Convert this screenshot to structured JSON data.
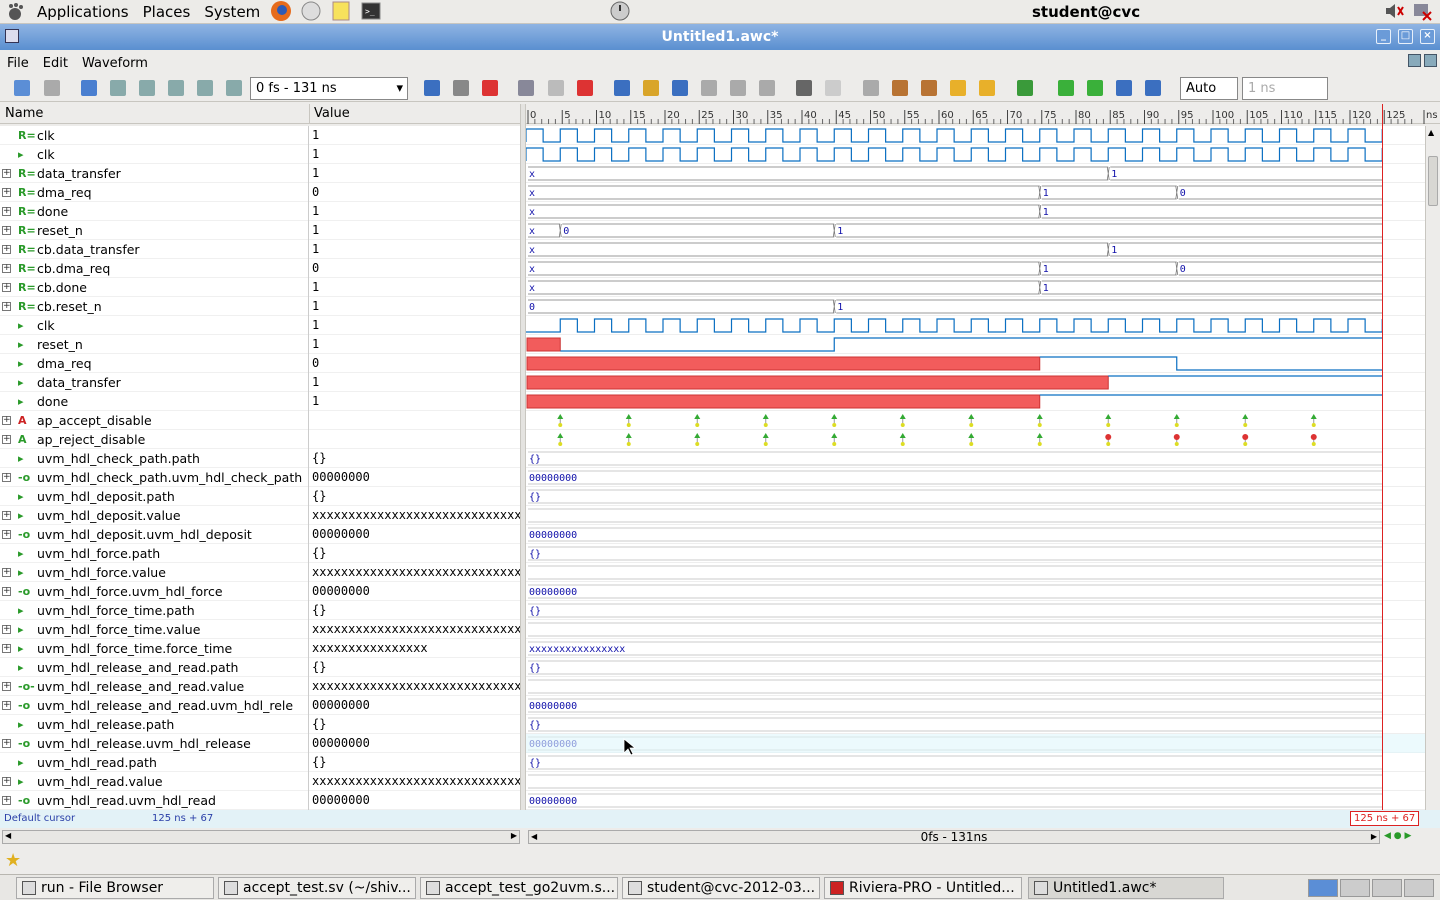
{
  "topbar": {
    "menus": [
      "Applications",
      "Places",
      "System"
    ],
    "user": "student@cvc"
  },
  "window": {
    "title": "Untitled1.awc*"
  },
  "menubar": {
    "items": [
      "File",
      "Edit",
      "Waveform"
    ]
  },
  "toolbar": {
    "range": "0 fs - 131 ns",
    "zoom_mode": "Auto",
    "step": "1 ns"
  },
  "columns": {
    "name": "Name",
    "value": "Value"
  },
  "time_ticks": [
    "0",
    "5",
    "10",
    "15",
    "20",
    "25",
    "30",
    "35",
    "40",
    "45",
    "50",
    "55",
    "60",
    "65",
    "70",
    "75",
    "80",
    "85",
    "90",
    "95",
    "100",
    "105",
    "110",
    "115",
    "120",
    "125",
    "ns"
  ],
  "signals": [
    {
      "name": "clk",
      "value": "1",
      "icon": "R=",
      "exp": false,
      "wave": "clk",
      "color": "#0a6fc2"
    },
    {
      "name": "clk",
      "value": "1",
      "icon": "▸",
      "exp": false,
      "wave": "clk",
      "color": "#0a6fc2"
    },
    {
      "name": "data_transfer",
      "value": "1",
      "icon": "R=",
      "exp": true,
      "wave": "bus",
      "segs": [
        [
          0,
          "x"
        ],
        [
          85,
          "1"
        ]
      ]
    },
    {
      "name": "dma_req",
      "value": "0",
      "icon": "R=",
      "exp": true,
      "wave": "bus",
      "segs": [
        [
          0,
          "x"
        ],
        [
          75,
          "1"
        ],
        [
          95,
          "0"
        ]
      ]
    },
    {
      "name": "done",
      "value": "1",
      "icon": "R=",
      "exp": true,
      "wave": "bus",
      "segs": [
        [
          0,
          "x"
        ],
        [
          75,
          "1"
        ]
      ]
    },
    {
      "name": "reset_n",
      "value": "1",
      "icon": "R=",
      "exp": true,
      "wave": "bus",
      "segs": [
        [
          0,
          "x"
        ],
        [
          5,
          "0"
        ],
        [
          45,
          "1"
        ]
      ]
    },
    {
      "name": "cb.data_transfer",
      "value": "1",
      "icon": "R=",
      "exp": true,
      "wave": "bus",
      "segs": [
        [
          0,
          "x"
        ],
        [
          85,
          "1"
        ]
      ]
    },
    {
      "name": "cb.dma_req",
      "value": "0",
      "icon": "R=",
      "exp": true,
      "wave": "bus",
      "segs": [
        [
          0,
          "x"
        ],
        [
          75,
          "1"
        ],
        [
          95,
          "0"
        ]
      ]
    },
    {
      "name": "cb.done",
      "value": "1",
      "icon": "R=",
      "exp": true,
      "wave": "bus",
      "segs": [
        [
          0,
          "x"
        ],
        [
          75,
          "1"
        ]
      ]
    },
    {
      "name": "cb.reset_n",
      "value": "1",
      "icon": "R=",
      "exp": true,
      "wave": "bus",
      "segs": [
        [
          0,
          "0"
        ],
        [
          45,
          "1"
        ]
      ]
    },
    {
      "name": "clk",
      "value": "1",
      "icon": "▸",
      "exp": false,
      "wave": "clk2",
      "color": "#0a6fc2"
    },
    {
      "name": "reset_n",
      "value": "1",
      "icon": "▸",
      "exp": false,
      "wave": "bit",
      "red_to": 5,
      "hi_from": 45
    },
    {
      "name": "dma_req",
      "value": "0",
      "icon": "▸",
      "exp": false,
      "wave": "bit",
      "red_to": 75,
      "hi_from": 75,
      "lo_from": 95
    },
    {
      "name": "data_transfer",
      "value": "1",
      "icon": "▸",
      "exp": false,
      "wave": "bit",
      "red_to": 85,
      "hi_from": 85
    },
    {
      "name": "done",
      "value": "1",
      "icon": "▸",
      "exp": false,
      "wave": "bit",
      "red_to": 75,
      "hi_from": 75
    },
    {
      "name": "ap_accept_disable",
      "value": "",
      "icon": "A",
      "exp": true,
      "wave": "evt",
      "marks": "gggggggggggg"
    },
    {
      "name": "ap_reject_disable",
      "value": "",
      "icon": "A",
      "exp": true,
      "wave": "evt",
      "marks": "ggggggggrrrr"
    },
    {
      "name": "uvm_hdl_check_path.path",
      "value": "{}",
      "icon": "▸",
      "exp": false,
      "wave": "text",
      "text": "{}"
    },
    {
      "name": "uvm_hdl_check_path.uvm_hdl_check_path",
      "value": "00000000",
      "icon": "-o",
      "exp": true,
      "wave": "text",
      "text": "00000000"
    },
    {
      "name": "uvm_hdl_deposit.path",
      "value": "{}",
      "icon": "▸",
      "exp": false,
      "wave": "text",
      "text": "{}"
    },
    {
      "name": "uvm_hdl_deposit.value",
      "value": "xxxxxxxxxxxxxxxxxxxxxxxxxxxxxxx",
      "icon": "▸",
      "exp": true,
      "wave": "text",
      "text": ""
    },
    {
      "name": "uvm_hdl_deposit.uvm_hdl_deposit",
      "value": "00000000",
      "icon": "-o",
      "exp": true,
      "wave": "text",
      "text": "00000000"
    },
    {
      "name": "uvm_hdl_force.path",
      "value": "{}",
      "icon": "▸",
      "exp": false,
      "wave": "text",
      "text": "{}"
    },
    {
      "name": "uvm_hdl_force.value",
      "value": "xxxxxxxxxxxxxxxxxxxxxxxxxxxxxxx",
      "icon": "▸",
      "exp": true,
      "wave": "text",
      "text": ""
    },
    {
      "name": "uvm_hdl_force.uvm_hdl_force",
      "value": "00000000",
      "icon": "-o",
      "exp": true,
      "wave": "text",
      "text": "00000000"
    },
    {
      "name": "uvm_hdl_force_time.path",
      "value": "{}",
      "icon": "▸",
      "exp": false,
      "wave": "text",
      "text": "{}"
    },
    {
      "name": "uvm_hdl_force_time.value",
      "value": "xxxxxxxxxxxxxxxxxxxxxxxxxxxxxxx",
      "icon": "▸",
      "exp": true,
      "wave": "text",
      "text": ""
    },
    {
      "name": "uvm_hdl_force_time.force_time",
      "value": "xxxxxxxxxxxxxxxx",
      "icon": "▸",
      "exp": true,
      "wave": "text",
      "text": "xxxxxxxxxxxxxxxx"
    },
    {
      "name": "uvm_hdl_release_and_read.path",
      "value": "{}",
      "icon": "▸",
      "exp": false,
      "wave": "text",
      "text": "{}"
    },
    {
      "name": "uvm_hdl_release_and_read.value",
      "value": "xxxxxxxxxxxxxxxxxxxxxxxxxxxxxxx",
      "icon": "-o-",
      "exp": true,
      "wave": "text",
      "text": ""
    },
    {
      "name": "uvm_hdl_release_and_read.uvm_hdl_rele",
      "value": "00000000",
      "icon": "-o",
      "exp": true,
      "wave": "text",
      "text": "00000000"
    },
    {
      "name": "uvm_hdl_release.path",
      "value": "{}",
      "icon": "▸",
      "exp": false,
      "wave": "text",
      "text": "{}"
    },
    {
      "name": "uvm_hdl_release.uvm_hdl_release",
      "value": "00000000",
      "icon": "-o",
      "exp": true,
      "wave": "text",
      "text": "00000000"
    },
    {
      "name": "uvm_hdl_read.path",
      "value": "{}",
      "icon": "▸",
      "exp": false,
      "wave": "text",
      "text": "{}"
    },
    {
      "name": "uvm_hdl_read.value",
      "value": "xxxxxxxxxxxxxxxxxxxxxxxxxxxxxxx",
      "icon": "▸",
      "exp": true,
      "wave": "text",
      "text": ""
    },
    {
      "name": "uvm_hdl_read.uvm_hdl_read",
      "value": "00000000",
      "icon": "-o",
      "exp": true,
      "wave": "text",
      "text": "00000000"
    }
  ],
  "status": {
    "cursor_name": "Default cursor",
    "cursor_time": "125 ns + 67",
    "cursor_flag": "125 ns + 67"
  },
  "hscroll": {
    "range_label": "0fs - 131ns"
  },
  "taskbar": [
    "run - File Browser",
    "accept_test.sv (~/shiv...",
    "accept_test_go2uvm.s...",
    "student@cvc-2012-03...",
    "Riviera-PRO - Untitled...",
    "Untitled1.awc*"
  ],
  "colors": {
    "titlebar": "#5a8fd0",
    "red_fill": "#f25c5c",
    "wave_blue": "#0a6fc2",
    "cursor": "#dd2222"
  }
}
